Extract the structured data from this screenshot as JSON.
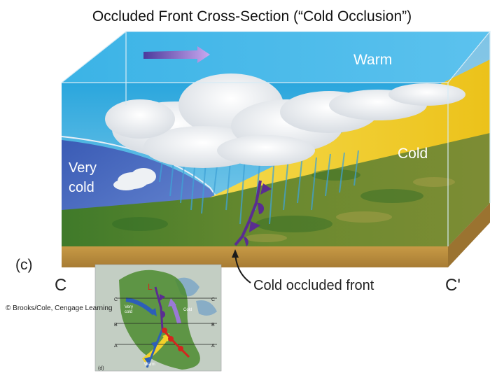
{
  "title": "Occluded Front Cross-Section (“Cold Occlusion”)",
  "labels": {
    "warm": "Warm",
    "cold": "Cold",
    "very_cold_line1": "Very",
    "very_cold_line2": "cold",
    "panel": "(c)",
    "c_left": "C",
    "c_right": "C'",
    "front": "Cold occluded front",
    "credit": "© Brooks/Cole, Cengage Learning"
  },
  "inset": {
    "low_symbol": "L",
    "c_left": "C",
    "c_right": "C",
    "b_left": "B",
    "b_right": "B",
    "a_left": "A",
    "a_right": "A",
    "very_cold_line1": "Very",
    "very_cold_line2": "cold",
    "cold": "Cold",
    "warm": "Warm",
    "panel": "(d)"
  },
  "colors": {
    "sky_top": "#2aa6dd",
    "sky_bottom": "#7fcbe8",
    "warm_wedge": "#f0cf2a",
    "cold_wedge": "#e88a1c",
    "very_cold_air": "#3d5fb8",
    "ground": "#4f7d2a",
    "soil": "#b48a3c",
    "front_symbol": "#5a2d91",
    "arrow": "#7a55c8"
  }
}
